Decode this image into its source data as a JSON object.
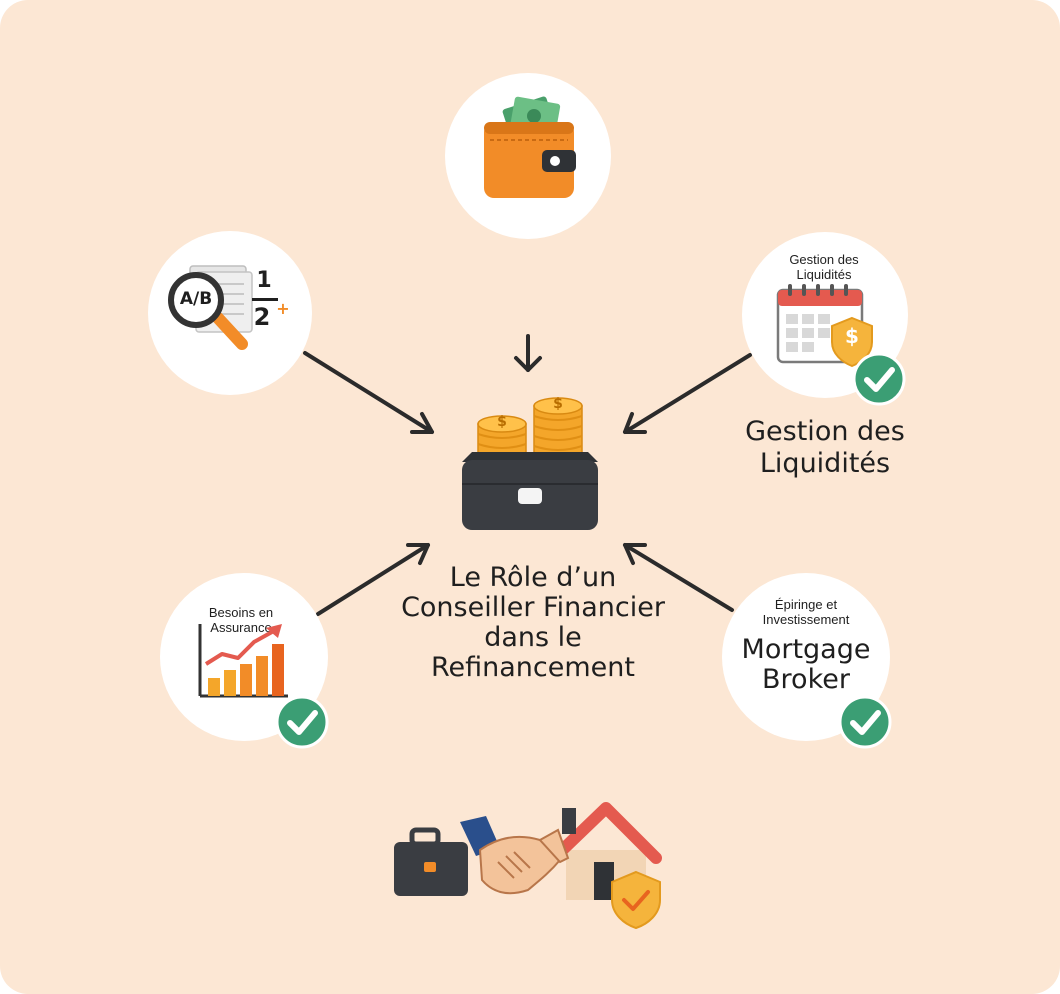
{
  "center_title": [
    "Le Rôle d’un",
    "Conseiller Financier",
    "dans le",
    "Refinancement"
  ],
  "nodes": {
    "right_upper": {
      "small_label": [
        "Gestion des",
        "Liquidités"
      ],
      "big_label": [
        "Gestion des",
        "Liquidités"
      ]
    },
    "left_lower": {
      "small_label": [
        "Besoins en",
        "Assurance"
      ]
    },
    "right_lower": {
      "small_label": [
        "Épiringe et",
        "Investissement"
      ],
      "big_label": [
        "Mortgage",
        "Broker"
      ]
    }
  },
  "glyphs": {
    "ab": "A/B",
    "fraction_top": "1",
    "fraction_bottom": "2",
    "fraction_sup": "+",
    "dollar": "$"
  },
  "colors": {
    "background": "#fce7d4",
    "accent_orange": "#f28c28",
    "coin_gold": "#f4a62a",
    "check_green": "#3b9e74",
    "arrow": "#2b2b2b",
    "dark_bag": "#3a3d42",
    "roof_red": "#e45a4f"
  },
  "icons": [
    "wallet-icon",
    "ab-magnifier-icon",
    "calendar-shield-icon",
    "briefcase-coins-icon",
    "bar-chart-icon",
    "handshake-house-icon",
    "check-badge-icon"
  ]
}
